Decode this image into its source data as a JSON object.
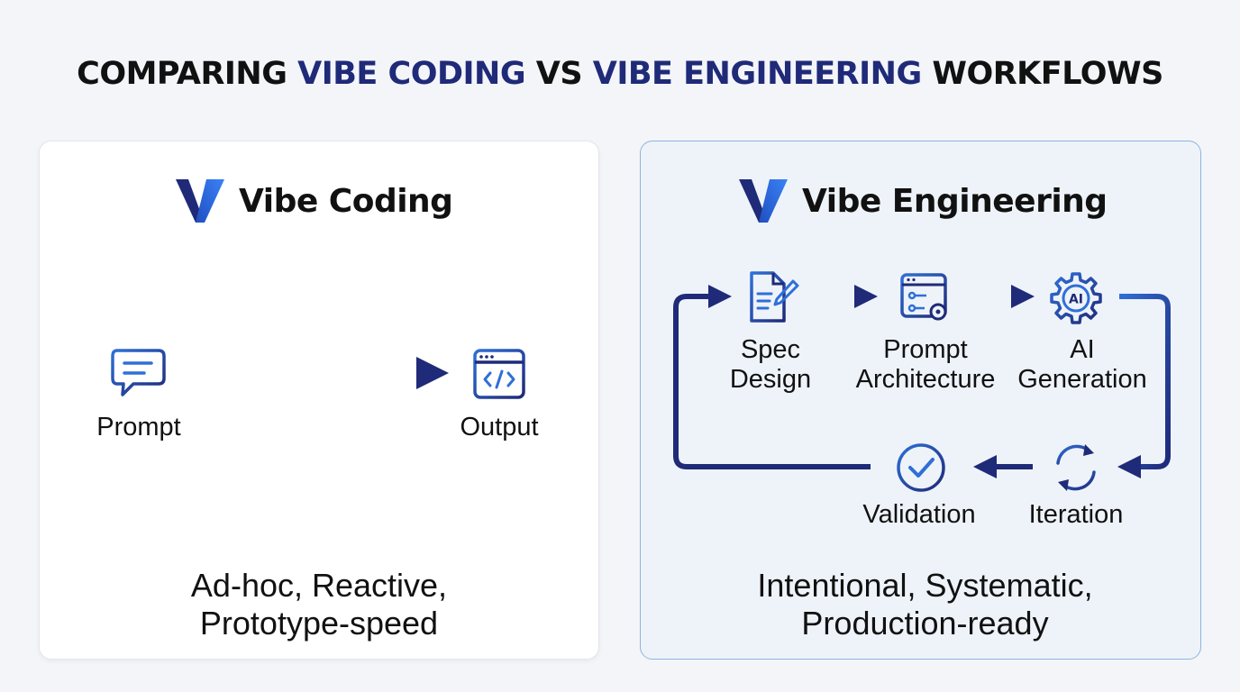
{
  "header": {
    "title_part1": "COMPARING ",
    "title_accent1": "VIBE CODING",
    "title_part2": " VS ",
    "title_accent2": "VIBE ENGINEERING",
    "title_part3": " WORKFLOWS"
  },
  "left_panel": {
    "title": "Vibe Coding",
    "logo_icon": "v-logo-icon",
    "nodes": [
      {
        "label": "Prompt",
        "icon": "chat-bubble-icon"
      },
      {
        "label": "Output",
        "icon": "code-window-icon"
      }
    ],
    "tagline_line1": "Ad-hoc, Reactive,",
    "tagline_line2": "Prototype-speed"
  },
  "right_panel": {
    "title": "Vibe Engineering",
    "logo_icon": "v-logo-icon",
    "nodes": [
      {
        "label_line1": "Spec",
        "label_line2": "Design",
        "icon": "document-pen-icon"
      },
      {
        "label_line1": "Prompt",
        "label_line2": "Architecture",
        "icon": "settings-window-icon"
      },
      {
        "label_line1": "AI",
        "label_line2": "Generation",
        "icon": "ai-gear-icon",
        "icon_text": "AI"
      },
      {
        "label": "Iteration",
        "icon": "refresh-icon"
      },
      {
        "label": "Validation",
        "icon": "check-circle-icon"
      }
    ],
    "tagline_line1": "Intentional, Systematic,",
    "tagline_line2": "Production-ready"
  },
  "colors": {
    "navy": "#1f2a78",
    "blue": "#2f6fd8",
    "accent_text": "#1f2a78",
    "right_panel_bg": "#eef3f9",
    "right_panel_border": "#8fb4df"
  }
}
